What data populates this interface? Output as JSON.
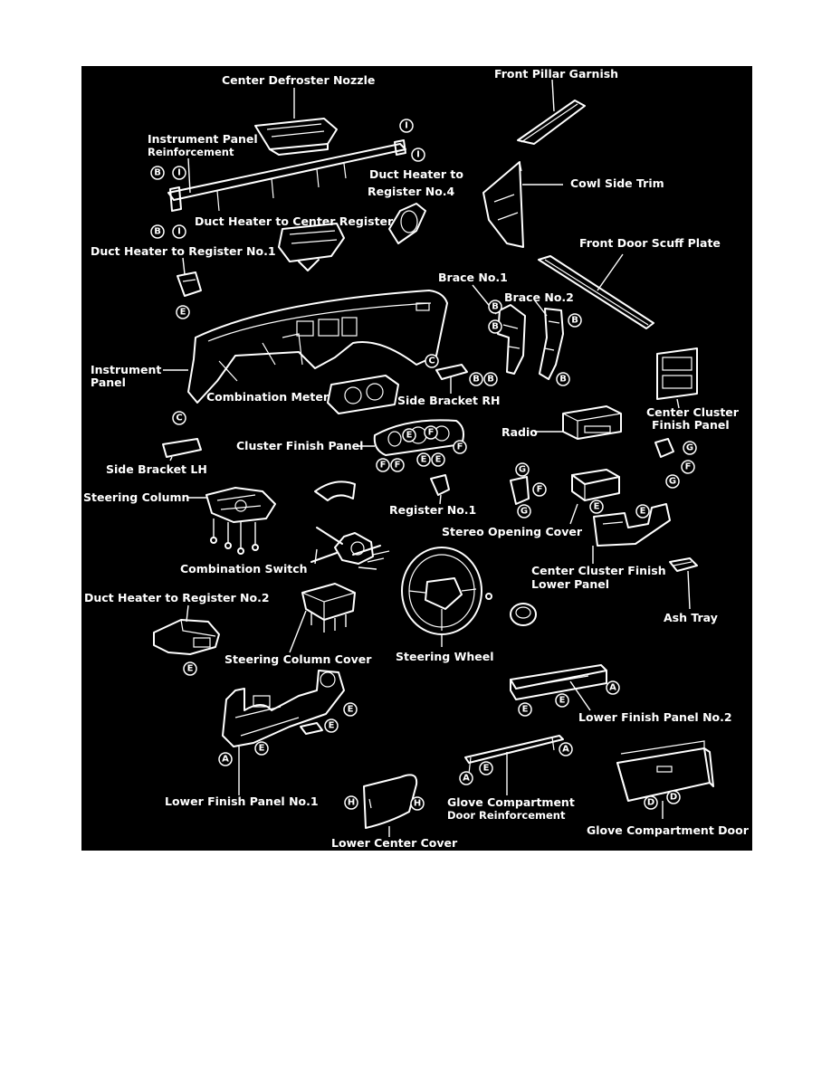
{
  "labels": {
    "center_defroster_nozzle": "Center Defroster Nozzle",
    "front_pillar_garnish": "Front Pillar Garnish",
    "instrument_panel_reinforcement_1": "Instrument Panel",
    "instrument_panel_reinforcement_2": "Reinforcement",
    "duct_heater_register_4_1": "Duct Heater to",
    "duct_heater_register_4_2": "Register No.4",
    "cowl_side_trim": "Cowl Side Trim",
    "duct_heater_center_register": "Duct Heater to Center Register",
    "front_door_scuff_plate": "Front Door Scuff Plate",
    "duct_heater_register_1": "Duct Heater to Register No.1",
    "brace_1": "Brace No.1",
    "brace_2": "Brace No.2",
    "instrument_panel_1": "Instrument",
    "instrument_panel_2": "Panel",
    "combination_meter": "Combination Meter",
    "side_bracket_rh": "Side Bracket RH",
    "center_cluster_finish_panel_1": "Center Cluster",
    "center_cluster_finish_panel_2": "Finish Panel",
    "radio": "Radio",
    "cluster_finish_panel": "Cluster Finish Panel",
    "side_bracket_lh": "Side Bracket LH",
    "steering_column": "Steering Column",
    "register_1": "Register No.1",
    "stereo_opening_cover": "Stereo Opening Cover",
    "combination_switch": "Combination Switch",
    "center_cluster_finish_lower_1": "Center Cluster Finish",
    "center_cluster_finish_lower_2": "Lower Panel",
    "duct_heater_register_2": "Duct Heater to Register No.2",
    "ash_tray": "Ash Tray",
    "steering_column_cover": "Steering Column Cover",
    "steering_wheel": "Steering Wheel",
    "lower_finish_panel_2": "Lower Finish Panel No.2",
    "lower_finish_panel_1": "Lower Finish Panel No.1",
    "glove_reinforcement_1": "Glove Compartment",
    "glove_reinforcement_2": "Door Reinforcement",
    "glove_compartment_door": "Glove Compartment Door",
    "lower_center_cover": "Lower Center Cover"
  },
  "callouts": {
    "A": "A",
    "B": "B",
    "C": "C",
    "D": "D",
    "E": "E",
    "F": "F",
    "G": "G",
    "H": "H",
    "I": "I"
  },
  "colors": {
    "background": "#000000",
    "ink": "#ffffff",
    "page": "#ffffff"
  }
}
